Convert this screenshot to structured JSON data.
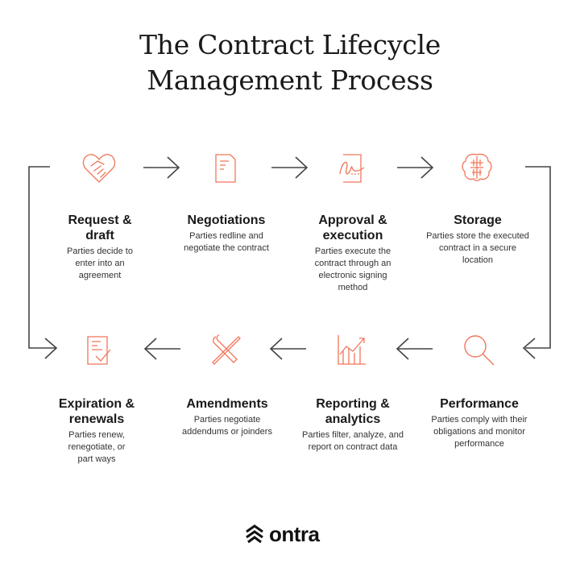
{
  "title": {
    "line1": "The Contract Lifecycle",
    "line2": "Management Process"
  },
  "colors": {
    "accent": "#f0765a",
    "text": "#1a1a1a",
    "line": "#444444"
  },
  "steps": [
    {
      "heading": "Request & draft",
      "h1": "Request &",
      "h2": "draft",
      "description": "Parties decide to enter into an agreement",
      "icon": "handshake-heart-icon"
    },
    {
      "heading": "Negotiations",
      "h1": "Negotiations",
      "h2": "",
      "description": "Parties redline and negotiate the contract",
      "icon": "document-icon"
    },
    {
      "heading": "Approval & execution",
      "h1": "Approval &",
      "h2": "execution",
      "description": "Parties execute the contract through an electronic signing method",
      "icon": "signature-icon"
    },
    {
      "heading": "Storage",
      "h1": "Storage",
      "h2": "",
      "description": "Parties store the executed contract in a secure location",
      "icon": "brain-circuit-icon"
    },
    {
      "heading": "Performance",
      "h1": "Performance",
      "h2": "",
      "description": "Parties comply with their obligations and monitor performance",
      "icon": "magnifier-icon"
    },
    {
      "heading": "Reporting & analytics",
      "h1": "Reporting &",
      "h2": "analytics",
      "description": "Parties filter, analyze, and report on contract data",
      "icon": "chart-icon"
    },
    {
      "heading": "Amendments",
      "h1": "Amendments",
      "h2": "",
      "description": "Parties negotiate addendums or joinders",
      "icon": "tools-icon"
    },
    {
      "heading": "Expiration & renewals",
      "h1": "Expiration &",
      "h2": "renewals",
      "description": "Parties renew, renegotiate, or part ways",
      "icon": "document-check-icon"
    }
  ],
  "logo": {
    "text": "ontra",
    "icon": "chevron-stack-icon"
  }
}
